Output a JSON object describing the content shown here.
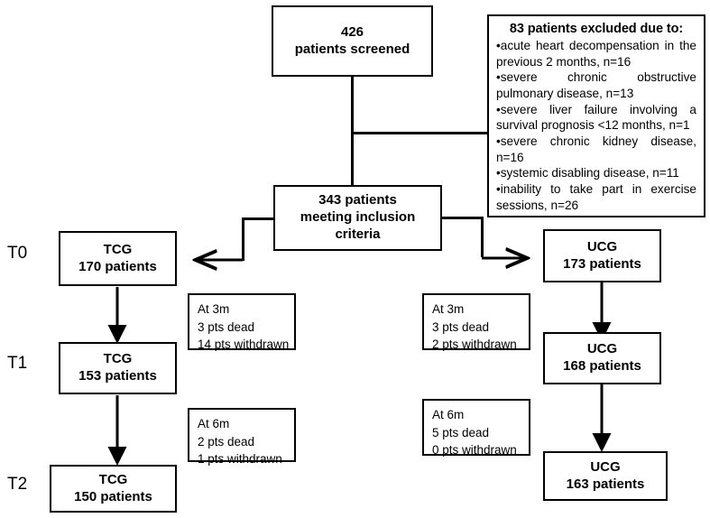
{
  "diagram": {
    "title": "Patient flow diagram (CONSORT-style)",
    "timepoint_labels": [
      {
        "name": "t0",
        "text": "T0"
      },
      {
        "name": "t1",
        "text": "T1"
      },
      {
        "name": "t2",
        "text": "T2"
      }
    ],
    "screened": {
      "line1": "426",
      "line2": "patients screened"
    },
    "included": {
      "line1": "343 patients",
      "line2": "meeting inclusion",
      "line3": "criteria"
    },
    "excluded": {
      "title": "83 patients excluded due to:",
      "items": [
        "•acute heart decompensation in the previous 2 months, n=16",
        "•severe chronic obstructive pulmonary disease, n=13",
        "•severe liver failure involving a survival prognosis <12 months, n=1",
        "•severe chronic kidney disease, n=16",
        "•systemic disabling disease, n=11",
        "•inability to take part in exercise sessions, n=26"
      ]
    },
    "tcg": {
      "t0": {
        "line1": "TCG",
        "line2": "170 patients"
      },
      "t1": {
        "line1": "TCG",
        "line2": "153 patients"
      },
      "t2": {
        "line1": "TCG",
        "line2": "150 patients"
      },
      "note_3m": {
        "line1": "At 3m",
        "line2": "3 pts dead",
        "line3": "14 pts withdrawn"
      },
      "note_6m": {
        "line1": "At 6m",
        "line2": "2 pts dead",
        "line3": "1 pts withdrawn"
      }
    },
    "ucg": {
      "t0": {
        "line1": "UCG",
        "line2": "173 patients"
      },
      "t1": {
        "line1": "UCG",
        "line2": "168 patients"
      },
      "t2": {
        "line1": "UCG",
        "line2": "163  patients"
      },
      "note_3m": {
        "line1": "At 3m",
        "line2": "3 pts dead",
        "line3": "2 pts withdrawn"
      },
      "note_6m": {
        "line1": "At 6m",
        "line2": "5 pts dead",
        "line3": "0 pts withdrawn"
      }
    },
    "colors": {
      "stroke": "#000000",
      "background": "#ffffff",
      "text": "#000000"
    }
  }
}
